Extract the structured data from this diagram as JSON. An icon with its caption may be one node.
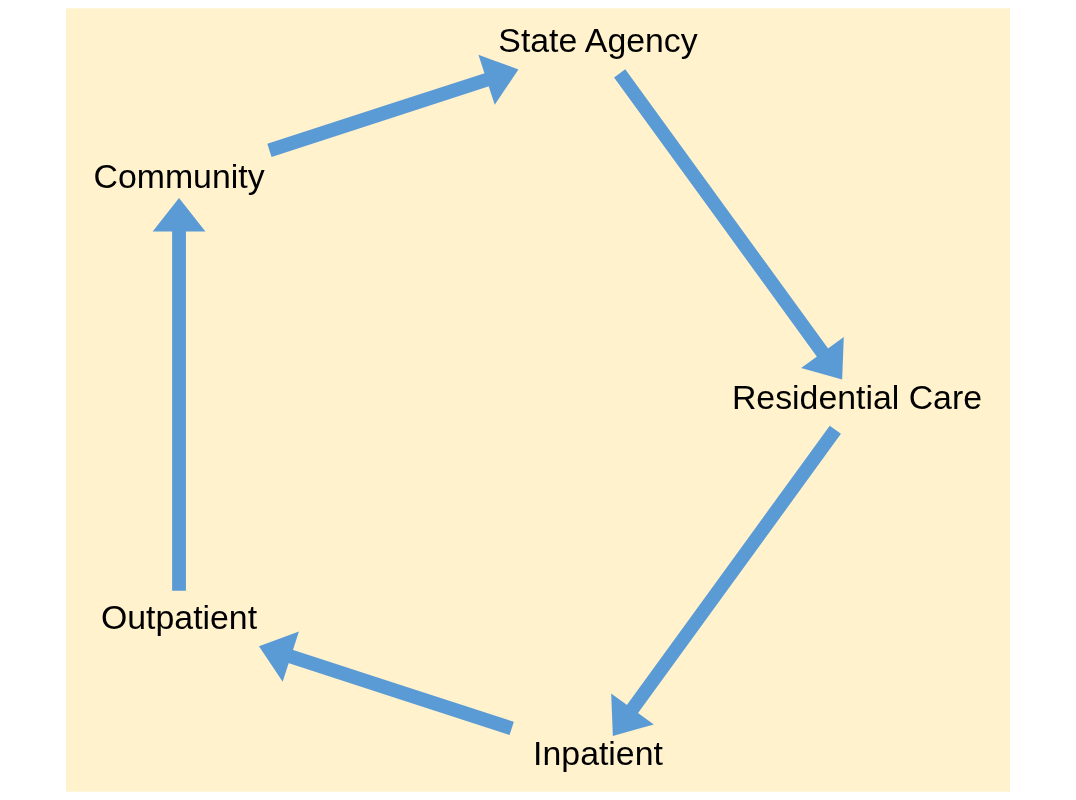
{
  "diagram": {
    "nodes": [
      {
        "text": [
          "Inpatient"
        ]
      },
      {
        "text": [
          "Outpatient"
        ]
      },
      {
        "text": [
          "Community"
        ]
      },
      {
        "text": [
          "State Agency"
        ]
      },
      {
        "text": [
          "Residential Care"
        ]
      }
    ],
    "edges": [
      {
        "from": 0,
        "to": 1,
        "arrow": "to"
      },
      {
        "from": 1,
        "to": 2,
        "arrow": "to"
      },
      {
        "from": 2,
        "to": 3,
        "arrow": "to"
      },
      {
        "from": 3,
        "to": 4,
        "arrow": "to"
      },
      {
        "from": 4,
        "to": 0,
        "arrow": "to"
      }
    ]
  }
}
